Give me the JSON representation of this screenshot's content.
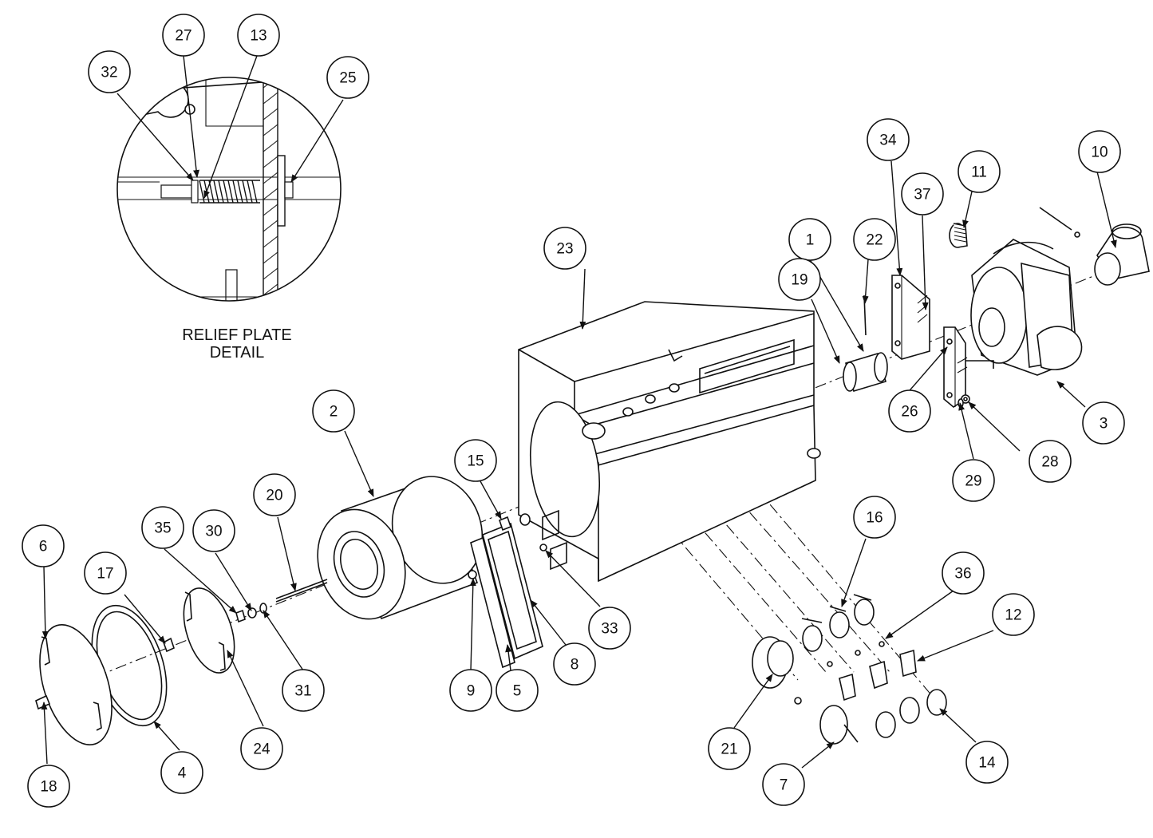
{
  "detail": {
    "title_line1": "RELIEF PLATE",
    "title_line2": "DETAIL"
  },
  "callouts": [
    {
      "id": "c1",
      "label": "1"
    },
    {
      "id": "c2",
      "label": "2"
    },
    {
      "id": "c3",
      "label": "3"
    },
    {
      "id": "c4",
      "label": "4"
    },
    {
      "id": "c5",
      "label": "5"
    },
    {
      "id": "c6",
      "label": "6"
    },
    {
      "id": "c7",
      "label": "7"
    },
    {
      "id": "c8",
      "label": "8"
    },
    {
      "id": "c9",
      "label": "9"
    },
    {
      "id": "c10",
      "label": "10"
    },
    {
      "id": "c11",
      "label": "11"
    },
    {
      "id": "c12",
      "label": "12"
    },
    {
      "id": "c13",
      "label": "13"
    },
    {
      "id": "c14",
      "label": "14"
    },
    {
      "id": "c15",
      "label": "15"
    },
    {
      "id": "c16",
      "label": "16"
    },
    {
      "id": "c17",
      "label": "17"
    },
    {
      "id": "c18",
      "label": "18"
    },
    {
      "id": "c19",
      "label": "19"
    },
    {
      "id": "c20",
      "label": "20"
    },
    {
      "id": "c21",
      "label": "21"
    },
    {
      "id": "c22",
      "label": "22"
    },
    {
      "id": "c23",
      "label": "23"
    },
    {
      "id": "c24",
      "label": "24"
    },
    {
      "id": "c25",
      "label": "25"
    },
    {
      "id": "c26",
      "label": "26"
    },
    {
      "id": "c27",
      "label": "27"
    },
    {
      "id": "c28",
      "label": "28"
    },
    {
      "id": "c29",
      "label": "29"
    },
    {
      "id": "c30",
      "label": "30"
    },
    {
      "id": "c31",
      "label": "31"
    },
    {
      "id": "c32",
      "label": "32"
    },
    {
      "id": "c33",
      "label": "33"
    },
    {
      "id": "c34",
      "label": "34"
    },
    {
      "id": "c35",
      "label": "35"
    },
    {
      "id": "c36",
      "label": "36"
    },
    {
      "id": "c37",
      "label": "37"
    }
  ]
}
